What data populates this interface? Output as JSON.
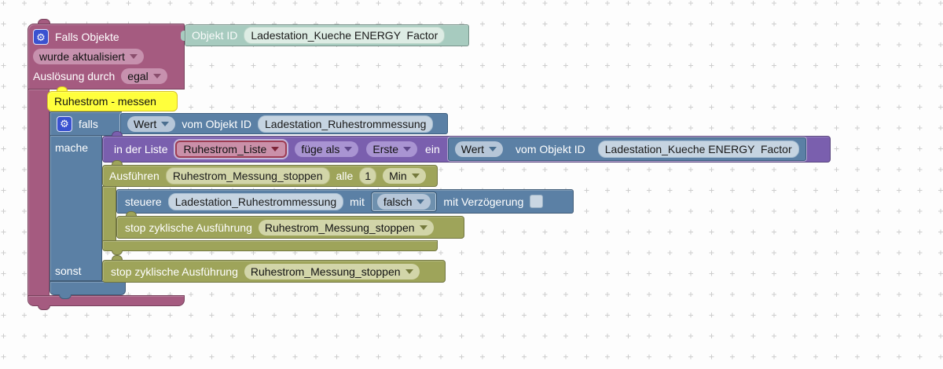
{
  "colors": {
    "trigger_block": "#a55b80",
    "logic_block": "#5b80a5",
    "list_block": "#7a5fae",
    "timer_block": "#9ea45a",
    "get_value_block": "#a7cbbf",
    "comment_block": "#ffff3c",
    "gear_badge": "#3a52d0",
    "variable_field_border": "#9e3c53",
    "variable_field_bg": "#ca90a9"
  },
  "blocks": {
    "trigger": {
      "title": "Falls Objekte",
      "update_dropdown": "wurde aktualisiert",
      "trigger_label": "Auslösung durch",
      "trigger_dropdown": "egal"
    },
    "object_id_top": {
      "label": "Objekt ID",
      "value": "Ladestation_Kueche ENERGY  Factor"
    },
    "comment": {
      "text": "Ruhestrom - messen"
    },
    "if_block": {
      "if_label": "falls",
      "do_label": "mache",
      "else_label": "sonst"
    },
    "condition": {
      "dropdown": "Wert",
      "label": "vom Objekt ID",
      "object_id": "Ladestation_Ruhestrommessung"
    },
    "list_insert": {
      "label": "in der Liste",
      "list_var": "Ruhestrom_Liste",
      "mode_dropdown": "füge als",
      "pos_dropdown": "Erste",
      "suffix_label": "ein",
      "value": {
        "dropdown": "Wert",
        "label": "vom Objekt ID",
        "object_id": "Ladestation_Kueche ENERGY  Factor"
      }
    },
    "schedule": {
      "label": "Ausführen",
      "name": "Ruhestrom_Messung_stoppen",
      "every_label": "alle",
      "interval": "1",
      "unit_dropdown": "Min"
    },
    "control": {
      "label": "steuere",
      "object_id": "Ladestation_Ruhestrommessung",
      "with_label": "mit",
      "value_dropdown": "falsch",
      "delay_label": "mit Verzögerung"
    },
    "stop_schedule_inner": {
      "label": "stop zyklische Ausführung",
      "name_dropdown": "Ruhestrom_Messung_stoppen"
    },
    "stop_schedule_else": {
      "label": "stop zyklische Ausführung",
      "name_dropdown": "Ruhestrom_Messung_stoppen"
    }
  }
}
